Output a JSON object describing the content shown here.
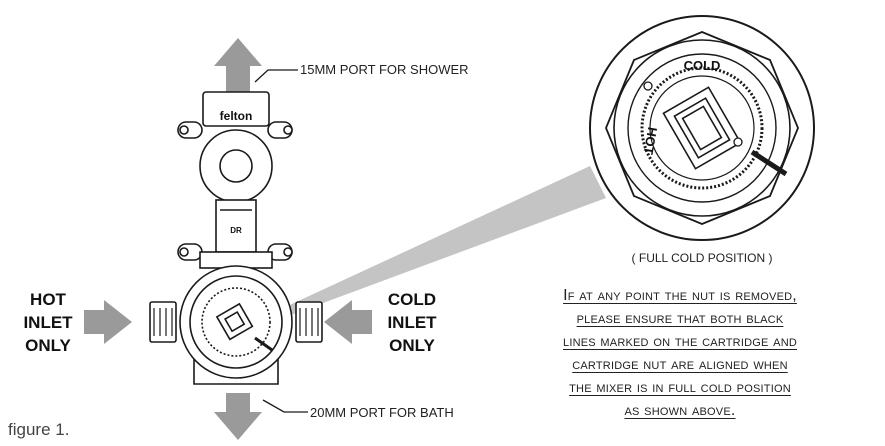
{
  "labels": {
    "shower_port": "15MM PORT FOR SHOWER",
    "bath_port": "20MM PORT FOR BATH",
    "hot_inlet": [
      "HOT",
      "INLET",
      "ONLY"
    ],
    "cold_inlet": [
      "COLD",
      "INLET",
      "ONLY"
    ],
    "brand": "felton",
    "body_mark": "DR",
    "cartridge_cold": "COLD",
    "cartridge_hot": "HOT",
    "full_cold_position": "( FULL COLD POSITION )"
  },
  "note": {
    "lines": [
      "If at any point the nut is removed,",
      "please ensure that both black",
      "lines marked on the cartridge and",
      "cartridge nut are aligned when",
      "the mixer is in full cold position",
      "as shown above."
    ]
  },
  "caption": "figure 1.",
  "colors": {
    "arrow": "#9a9a9a",
    "line": "#1a1a1a",
    "leader": "#b8b8b8"
  }
}
